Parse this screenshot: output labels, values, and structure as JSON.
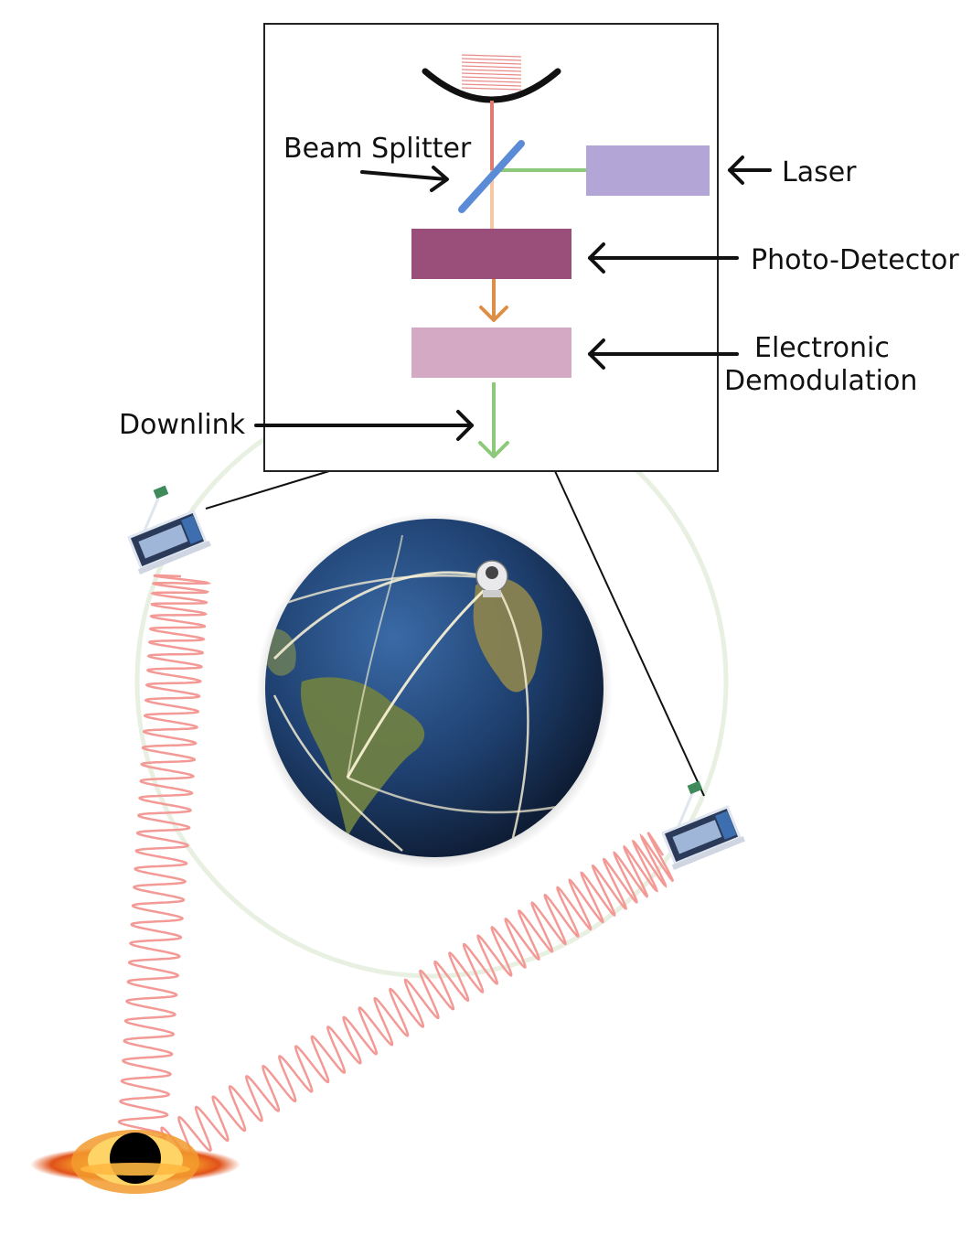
{
  "labels": {
    "beam_splitter": "Beam Splitter",
    "laser": "Laser",
    "photo_detector": "Photo-Detector",
    "electronic_line1": "Electronic",
    "electronic_line2": "Demodulation",
    "downlink": "Downlink"
  },
  "colors": {
    "laser_box": "#b3a6d6",
    "photo_detector_box": "#9a4f7b",
    "demodulation_box": "#d4a9c4",
    "beam_red": "#e07a72",
    "beam_peach": "#f6c9a4",
    "beam_green": "#8dc97a",
    "beam_orange": "#df8f45",
    "splitter_blue": "#5b8bd6",
    "wave_pink": "#f08b8b",
    "orbit": "#e6f0e1",
    "ocean": "#1e3f6e",
    "land": "#7a8a4e"
  },
  "icons": [
    "mirror-icon",
    "beam-splitter-icon",
    "satellite-icon",
    "earth-globe-icon",
    "ground-telescope-icon",
    "black-hole-icon"
  ]
}
